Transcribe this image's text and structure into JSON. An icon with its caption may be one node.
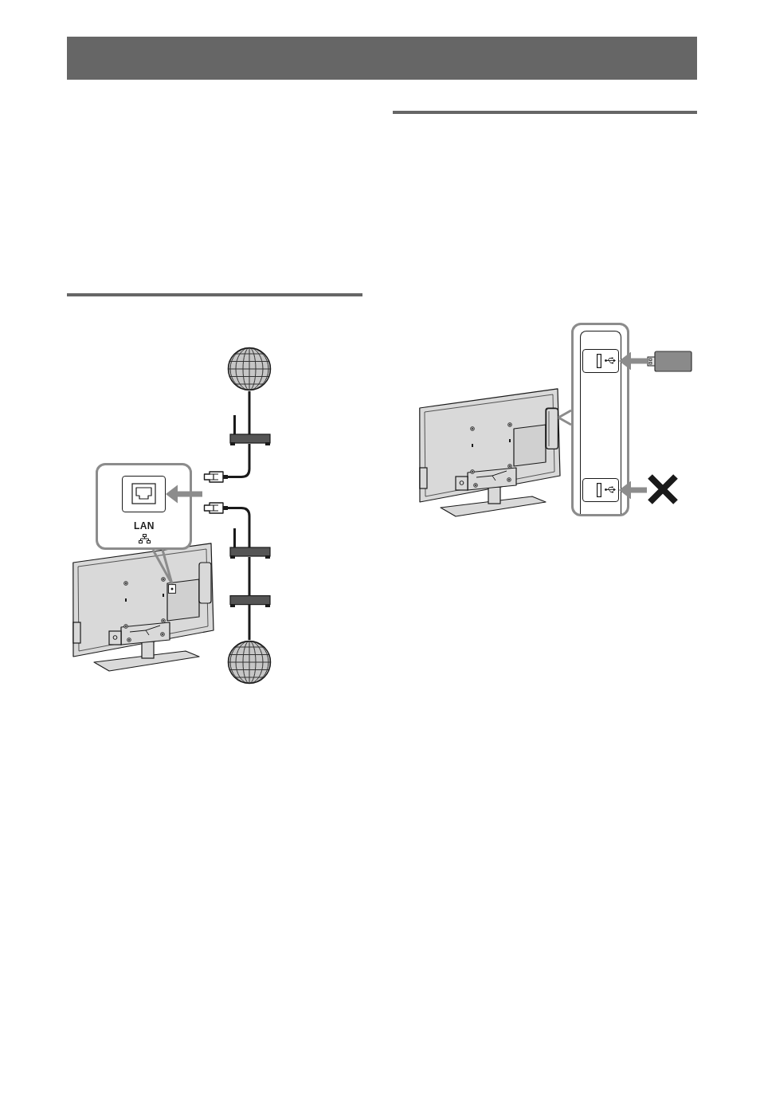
{
  "diagram": {
    "nodes": [
      {
        "text": [],
        "shape": "picture"
      },
      {
        "text": [],
        "shape": "picture"
      },
      {
        "text": [],
        "shape": "picture"
      },
      {
        "text": [
          "LAN"
        ]
      },
      {
        "text": [],
        "shape": "box",
        "in": 3
      },
      {
        "text": [],
        "shape": "picture"
      },
      {
        "text": [],
        "shape": "picture"
      },
      {
        "text": [],
        "shape": "box"
      },
      {
        "text": [],
        "shape": "picture"
      },
      {
        "text": [],
        "shape": "box",
        "in": 8
      },
      {
        "text": [],
        "shape": "picture"
      },
      {
        "text": [],
        "shape": "picture"
      },
      {
        "text": [],
        "shape": "box",
        "in": 11
      },
      {
        "text": [],
        "shape": "box"
      },
      {
        "text": [],
        "shape": "box",
        "in": 13
      },
      {
        "text": [],
        "shape": "box"
      },
      {
        "text": [],
        "shape": "box",
        "in": 13
      },
      {
        "text": [],
        "shape": "cross"
      }
    ],
    "edges": [
      {
        "from": 0,
        "to": 1,
        "arrow": "none"
      },
      {
        "from": 1,
        "to": 2,
        "arrow": "none"
      },
      {
        "from": null,
        "to": 4,
        "arrow": "to",
        "style": "thick",
        "color": "#8c8c8c"
      },
      {
        "from": 5,
        "to": 6,
        "arrow": "none"
      },
      {
        "from": 6,
        "to": 7,
        "arrow": "none"
      },
      {
        "from": 7,
        "to": 10,
        "arrow": "none"
      },
      {
        "from": 3,
        "to": 9,
        "arrow": "none",
        "color": "#8c8c8c"
      },
      {
        "from": 15,
        "to": 14,
        "arrow": "to",
        "style": "thick",
        "color": "#8c8c8c"
      },
      {
        "from": 17,
        "to": 16,
        "arrow": "to",
        "style": "thick",
        "color": "#8c8c8c"
      },
      {
        "from": 13,
        "to": 12,
        "arrow": "none",
        "color": "#8c8c8c"
      }
    ]
  }
}
